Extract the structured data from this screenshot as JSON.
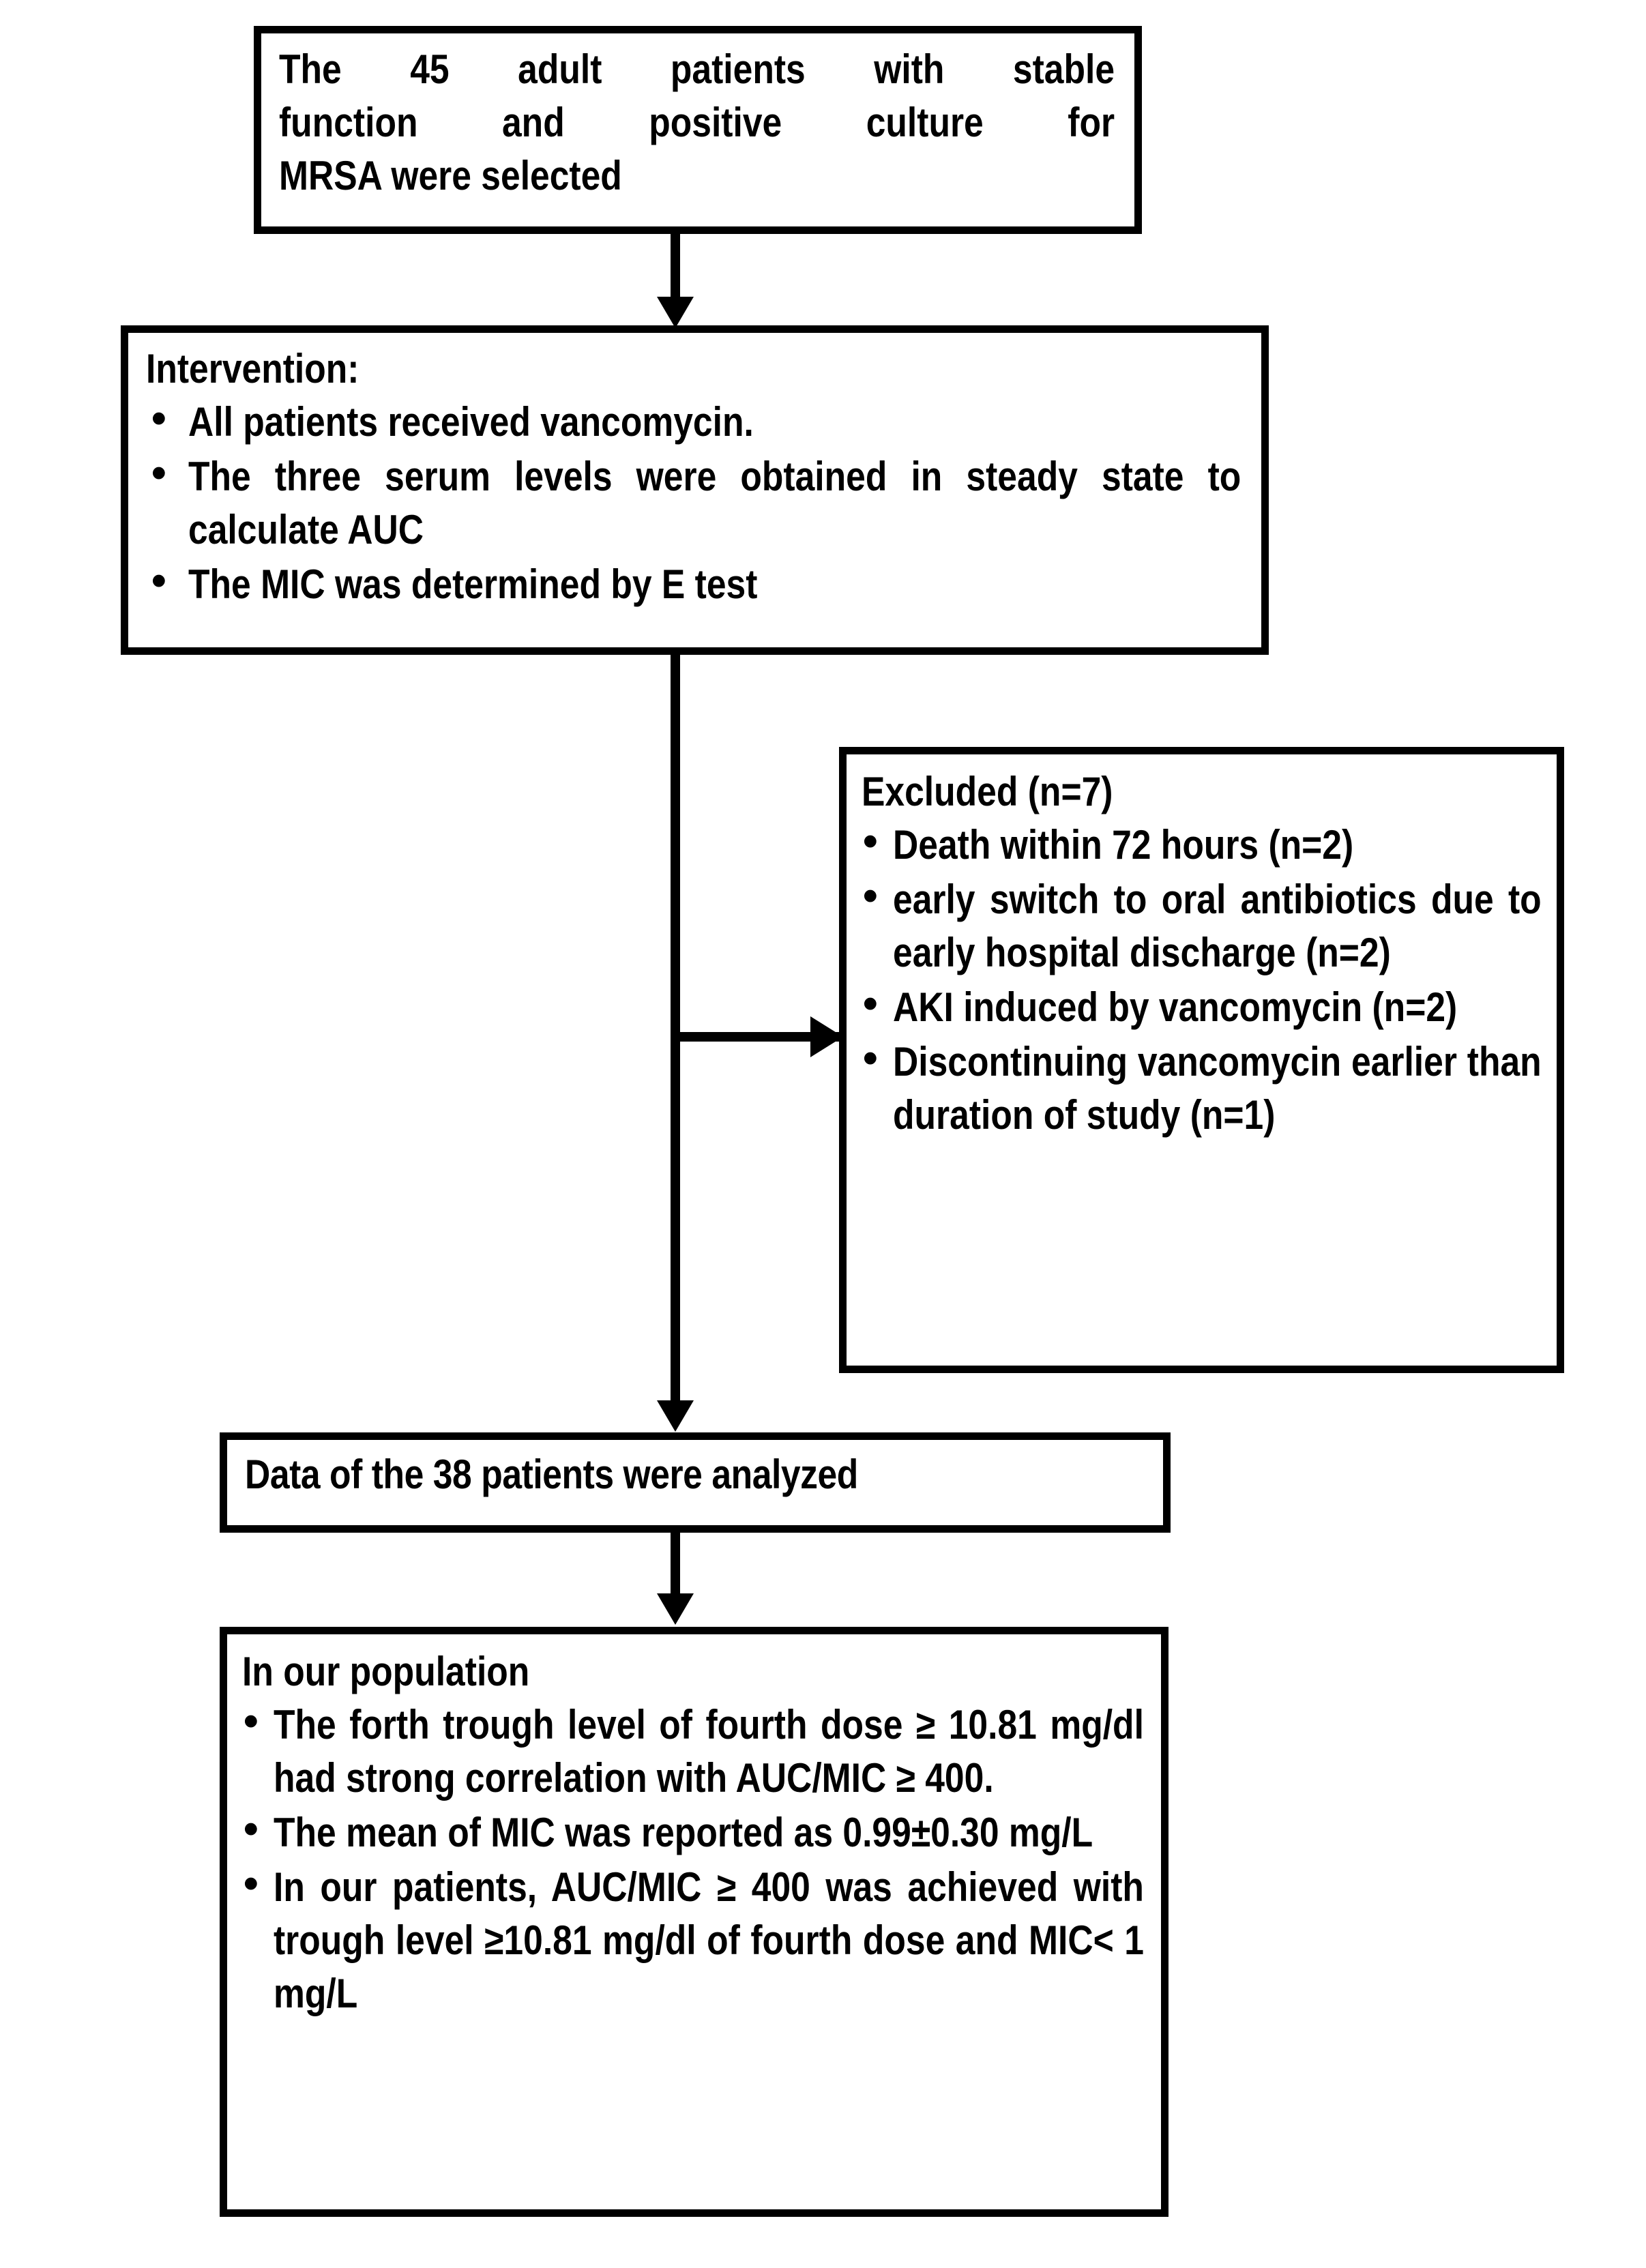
{
  "diagram": {
    "title": "Vancomycin AUC/MIC study flow diagram",
    "accent_color": "#000000",
    "background_color": "#ffffff",
    "nodes": {
      "enrollment": {
        "text": "The 45 adult patients with stable function and positive culture for MRSA were selected",
        "lines": [
          "The 45 adult patients with stable",
          "function and positive culture for",
          "MRSA were selected"
        ]
      },
      "intervention": {
        "heading": "Intervention:",
        "bullets": [
          "All patients received vancomycin.",
          "The three serum levels were obtained in steady state to calculate AUC",
          "The MIC was determined by E test"
        ]
      },
      "excluded": {
        "heading": "Excluded (n=7)",
        "bullets": [
          "Death within 72 hours (n=2)",
          "early switch to oral antibiotics due to early hospital discharge (n=2)",
          "AKI induced by vancomycin (n=2)",
          "Discontinuing vancomycin earlier than duration of study (n=1)"
        ]
      },
      "analyzed": {
        "text": "Data of the 38 patients were analyzed"
      },
      "conclusion": {
        "heading": "In our population",
        "bullets": [
          "The forth trough level of fourth dose ≥ 10.81 mg/dl had strong correlation with AUC/MIC ≥ 400.",
          "The mean of MIC was reported as 0.99±0.30 mg/L",
          "In our patients, AUC/MIC ≥ 400 was achieved with trough level ≥10.81 mg/dl of fourth dose and MIC< 1 mg/L"
        ]
      }
    },
    "connectors": [
      {
        "name": "enrollment-to-intervention",
        "type": "arrow-down"
      },
      {
        "name": "intervention-to-analyzed",
        "type": "arrow-down"
      },
      {
        "name": "intervention-to-excluded",
        "type": "arrow-right"
      },
      {
        "name": "analyzed-to-conclusion",
        "type": "arrow-down"
      }
    ]
  }
}
